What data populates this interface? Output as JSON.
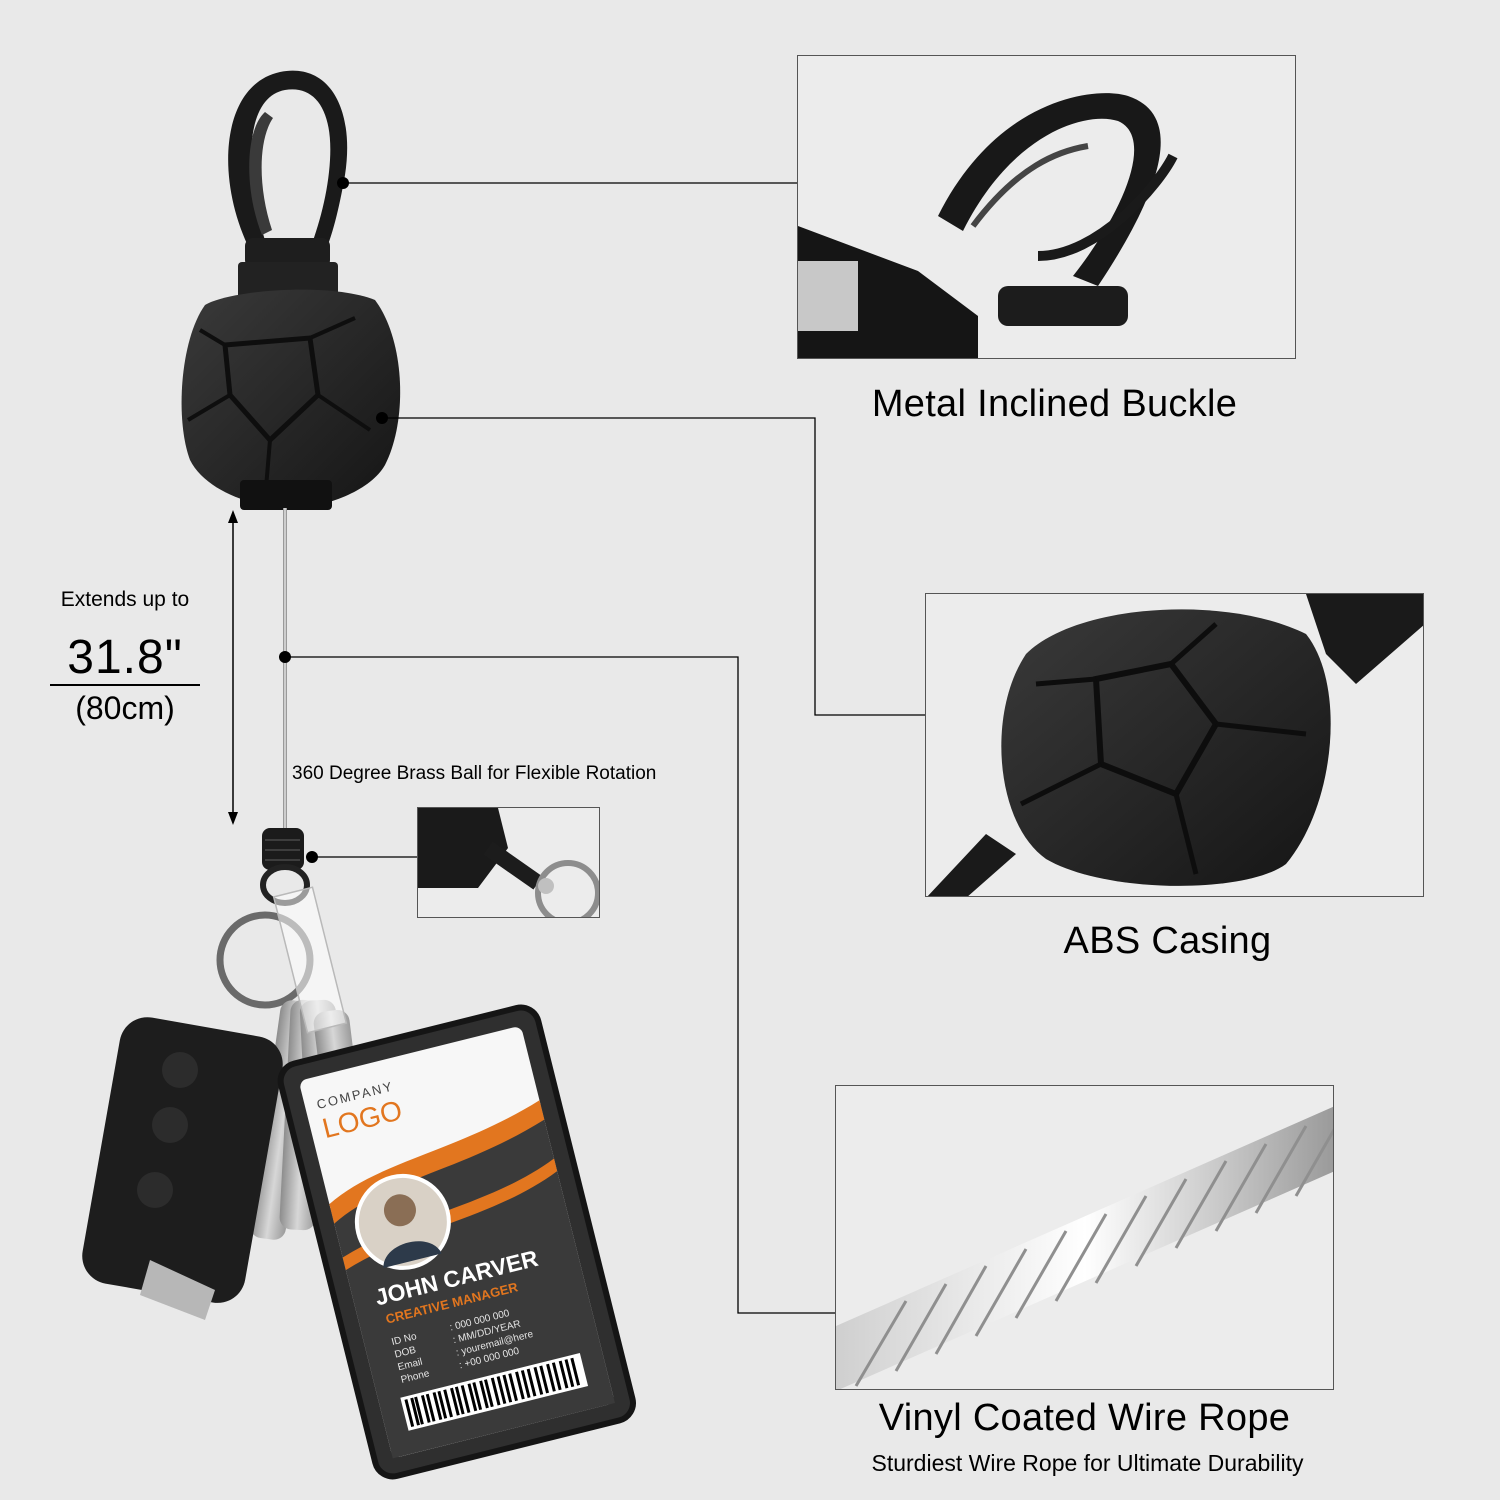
{
  "extension": {
    "intro": "Extends up to",
    "value": "31.8\"",
    "metric": "(80cm)"
  },
  "features": {
    "buckle": "Metal Inclined Buckle",
    "casing": "ABS Casing",
    "brass_ball": "360 Degree Brass Ball for Flexible Rotation",
    "wire": "Vinyl Coated Wire Rope",
    "wire_sub": "Sturdiest Wire Rope for Ultimate Durability"
  },
  "id_card": {
    "company": "COMPANY",
    "logo": "LOGO",
    "name": "JOHN CARVER",
    "title": "CREATIVE MANAGER",
    "fields": [
      {
        "label": "ID No",
        "value": ": 000 000 000"
      },
      {
        "label": "DOB",
        "value": ": MM/DD/YEAR"
      },
      {
        "label": "Email",
        "value": ": youremail@here"
      },
      {
        "label": "Phone",
        "value": ": +00 000 000"
      }
    ]
  },
  "colors": {
    "background": "#e9e9e9",
    "product_black": "#1c1c1c",
    "card_orange": "#e2761f"
  }
}
